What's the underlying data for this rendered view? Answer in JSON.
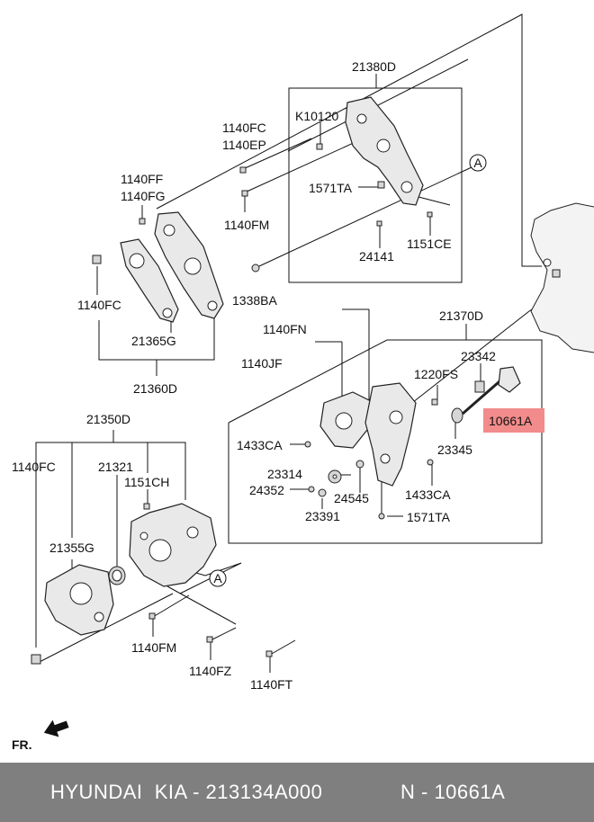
{
  "labels": {
    "p21380D": "21380D",
    "pK10120": "K10120",
    "p1140FC_a": "1140FC",
    "p1140EP": "1140EP",
    "p1140FF": "1140FF",
    "p1140FG": "1140FG",
    "p1571TA_a": "1571TA",
    "pA_top": "A",
    "p1140FM_a": "1140FM",
    "p24141": "24141",
    "p1151CE": "1151CE",
    "p1140FC_b": "1140FC",
    "p1338BA": "1338BA",
    "p21365G": "21365G",
    "p21360D": "21360D",
    "p1140FN": "1140FN",
    "p21370D": "21370D",
    "p23342": "23342",
    "p1140JF": "1140JF",
    "p1220FS": "1220FS",
    "p10661A": "10661A",
    "p1433CA_a": "1433CA",
    "p23345": "23345",
    "p23314": "23314",
    "p24352": "24352",
    "p24545": "24545",
    "p1433CA_b": "1433CA",
    "p23391": "23391",
    "p1571TA_b": "1571TA",
    "p21350D": "21350D",
    "p1140FC_c": "1140FC",
    "p21321": "21321",
    "p1151CH": "1151CH",
    "p21355G": "21355G",
    "pA_bottom": "A",
    "p1140FM_b": "1140FM",
    "p1140FZ": "1140FZ",
    "p1140FT": "1140FT",
    "pFR": "FR."
  },
  "highlight_color": "#f28b8b",
  "footer": {
    "brand": "HYUNDAI  KIA - 213134A000",
    "ref": "N - 10661A",
    "background": "#7f7f7f"
  }
}
